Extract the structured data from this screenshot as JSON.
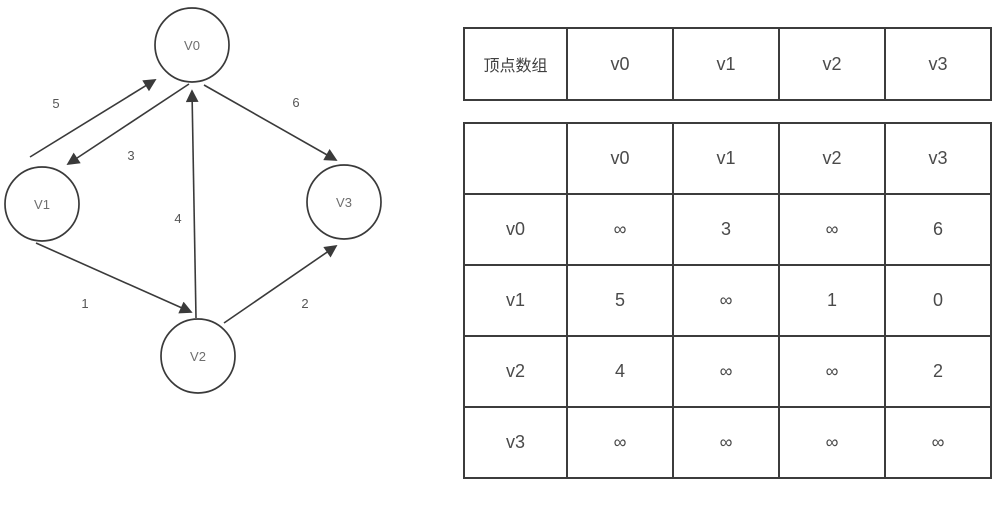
{
  "graph": {
    "nodes": [
      {
        "id": "v0",
        "label": "V0"
      },
      {
        "id": "v1",
        "label": "V1"
      },
      {
        "id": "v3",
        "label": "V3"
      },
      {
        "id": "v2",
        "label": "V2"
      }
    ],
    "edges": [
      {
        "from": "V1",
        "to": "V0",
        "weight": "5"
      },
      {
        "from": "V0",
        "to": "V1",
        "weight": "3"
      },
      {
        "from": "V0",
        "to": "V3",
        "weight": "6"
      },
      {
        "from": "V2",
        "to": "V0",
        "weight": "4"
      },
      {
        "from": "V1",
        "to": "V2",
        "weight": "1"
      },
      {
        "from": "V2",
        "to": "V3",
        "weight": "2"
      }
    ]
  },
  "vertex_table": {
    "header": "顶点数组",
    "cells": [
      "v0",
      "v1",
      "v2",
      "v3"
    ]
  },
  "matrix_table": {
    "col_headers": [
      "",
      "v0",
      "v1",
      "v2",
      "v3"
    ],
    "rows": [
      {
        "label": "v0",
        "values": [
          "∞",
          "3",
          "∞",
          "6"
        ]
      },
      {
        "label": "v1",
        "values": [
          "5",
          "∞",
          "1",
          "0"
        ]
      },
      {
        "label": "v2",
        "values": [
          "4",
          "∞",
          "∞",
          "2"
        ]
      },
      {
        "label": "v3",
        "values": [
          "∞",
          "∞",
          "∞",
          "∞"
        ]
      }
    ]
  },
  "colors": {
    "line": "#3a3a3a",
    "node_label": "#6e6e6e",
    "table_border": "#3c3c3c",
    "cell_text": "#4a4a4a"
  }
}
